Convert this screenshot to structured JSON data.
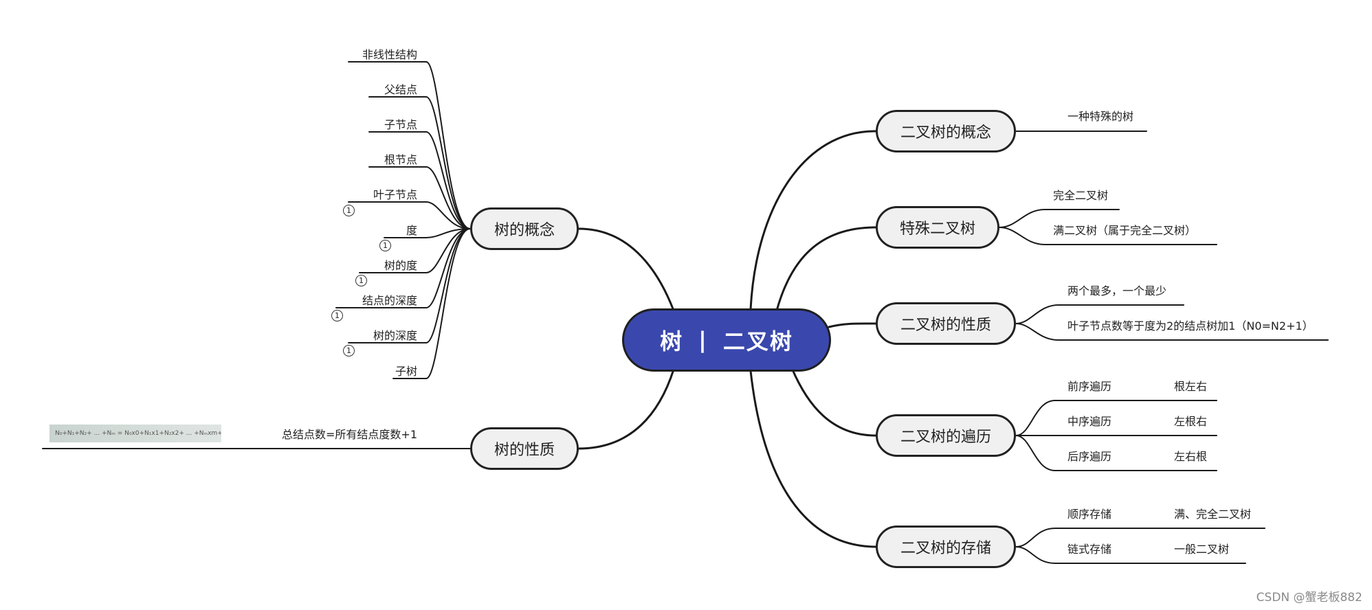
{
  "root": {
    "label_left": "树",
    "separator": "|",
    "label_right": "二叉树"
  },
  "left_branches": [
    {
      "id": "tree-concept",
      "label": "树的概念",
      "leaves": [
        {
          "text": "非线性结构",
          "badge": ""
        },
        {
          "text": "父结点",
          "badge": ""
        },
        {
          "text": "子节点",
          "badge": ""
        },
        {
          "text": "根节点",
          "badge": ""
        },
        {
          "text": "叶子节点",
          "badge": "1"
        },
        {
          "text": "度",
          "badge": "1"
        },
        {
          "text": "树的度",
          "badge": "1"
        },
        {
          "text": "结点的深度",
          "badge": "1"
        },
        {
          "text": "树的深度",
          "badge": "1"
        },
        {
          "text": "子树",
          "badge": ""
        }
      ]
    },
    {
      "id": "tree-property",
      "label": "树的性质",
      "leaves": [
        {
          "text": "总结点数=所有结点度数+1",
          "badge": ""
        }
      ],
      "formula": "N₀+N₁+N₂+ ... +Nₘ = N₀x0+N₁x1+N₂x2+ ... +Nₘxm+1"
    }
  ],
  "right_branches": [
    {
      "id": "bt-concept",
      "label": "二叉树的概念",
      "leaves": [
        {
          "a": "一种特殊的树",
          "b": ""
        }
      ]
    },
    {
      "id": "bt-special",
      "label": "特殊二叉树",
      "leaves": [
        {
          "a": "完全二叉树",
          "b": ""
        },
        {
          "a": "满二叉树（属于完全二叉树）",
          "b": ""
        }
      ]
    },
    {
      "id": "bt-property",
      "label": "二叉树的性质",
      "leaves": [
        {
          "a": "两个最多，一个最少",
          "b": ""
        },
        {
          "a": "叶子节点数等于度为2的结点树加1（N0=N2+1）",
          "b": ""
        }
      ]
    },
    {
      "id": "bt-traversal",
      "label": "二叉树的遍历",
      "leaves": [
        {
          "a": "前序遍历",
          "b": "根左右"
        },
        {
          "a": "中序遍历",
          "b": "左根右"
        },
        {
          "a": "后序遍历",
          "b": "左右根"
        }
      ]
    },
    {
      "id": "bt-storage",
      "label": "二叉树的存储",
      "leaves": [
        {
          "a": "顺序存储",
          "b": "满、完全二叉树"
        },
        {
          "a": "链式存储",
          "b": "一般二叉树"
        }
      ]
    }
  ],
  "watermark": "CSDN @蟹老板882",
  "colors": {
    "root_fill": "#3a48ad",
    "node_fill": "#f0f0f0",
    "line": "#1a1a1a"
  }
}
